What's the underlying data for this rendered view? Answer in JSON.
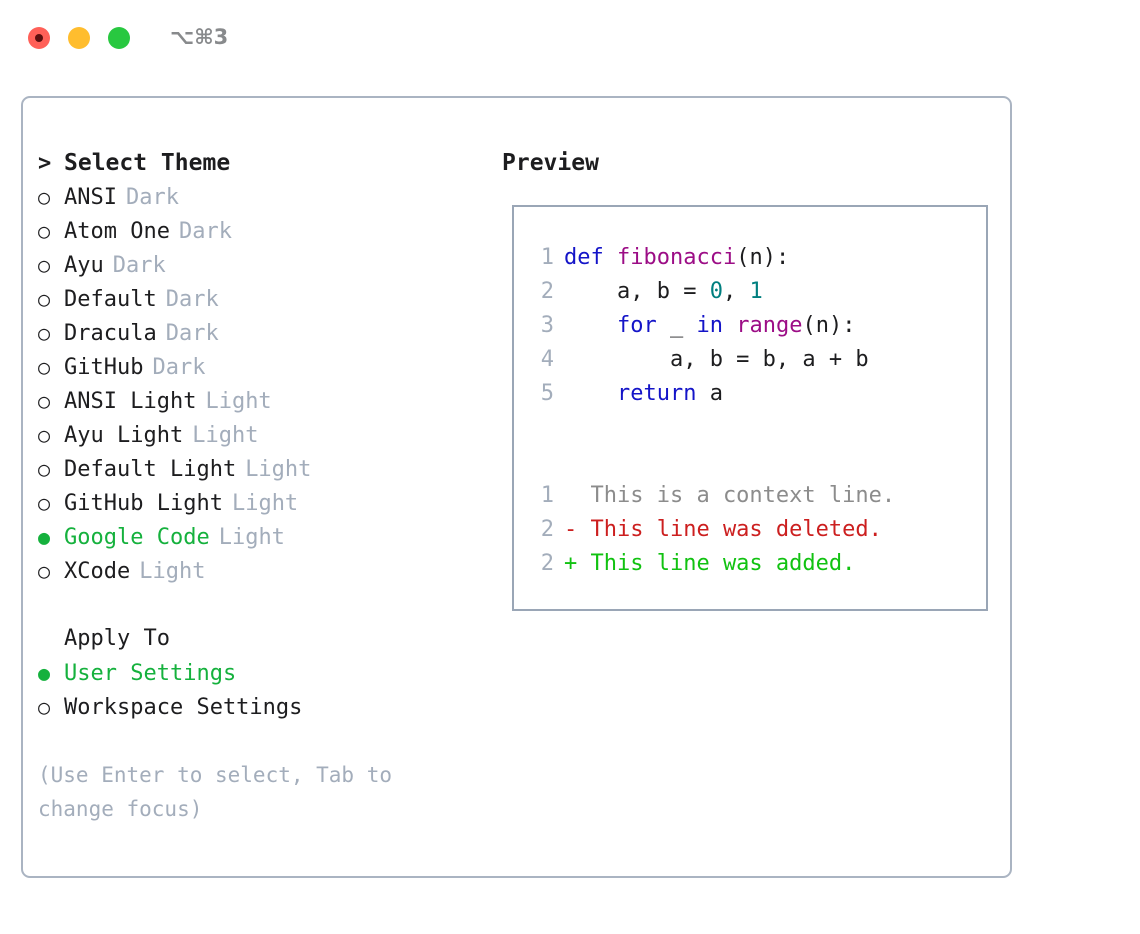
{
  "titlebar": {
    "shortcut": "⌥⌘3",
    "buttons": [
      {
        "name": "close",
        "color": "#ff6058"
      },
      {
        "name": "minimize",
        "color": "#ffbd2e"
      },
      {
        "name": "maximize",
        "color": "#28c840"
      }
    ]
  },
  "theme_picker": {
    "header_marker": ">",
    "header": "Select Theme",
    "items": [
      {
        "marker": "○",
        "label": "ANSI",
        "suffix": "Dark",
        "selected": false
      },
      {
        "marker": "○",
        "label": "Atom One",
        "suffix": "Dark",
        "selected": false
      },
      {
        "marker": "○",
        "label": "Ayu",
        "suffix": "Dark",
        "selected": false
      },
      {
        "marker": "○",
        "label": "Default",
        "suffix": "Dark",
        "selected": false
      },
      {
        "marker": "○",
        "label": "Dracula",
        "suffix": "Dark",
        "selected": false
      },
      {
        "marker": "○",
        "label": "GitHub",
        "suffix": "Dark",
        "selected": false
      },
      {
        "marker": "○",
        "label": "ANSI Light",
        "suffix": "Light",
        "selected": false
      },
      {
        "marker": "○",
        "label": "Ayu Light",
        "suffix": "Light",
        "selected": false
      },
      {
        "marker": "○",
        "label": "Default Light",
        "suffix": "Light",
        "selected": false
      },
      {
        "marker": "○",
        "label": "GitHub Light",
        "suffix": "Light",
        "selected": false
      },
      {
        "marker": "●",
        "label": "Google Code",
        "suffix": "Light",
        "selected": true
      },
      {
        "marker": "○",
        "label": "XCode",
        "suffix": "Light",
        "selected": false
      }
    ]
  },
  "apply_to": {
    "header": "Apply To",
    "items": [
      {
        "marker": "●",
        "label": "User Settings",
        "selected": true
      },
      {
        "marker": "○",
        "label": "Workspace Settings",
        "selected": false
      }
    ]
  },
  "hint": "(Use Enter to select, Tab to change focus)",
  "preview": {
    "title": "Preview",
    "code_lines": [
      {
        "num": "1",
        "tokens": [
          {
            "t": "def ",
            "c": "kw"
          },
          {
            "t": "fibonacci",
            "c": "fn"
          },
          {
            "t": "(n):",
            "c": "pl"
          }
        ]
      },
      {
        "num": "2",
        "tokens": [
          {
            "t": "    a, b = ",
            "c": "pl"
          },
          {
            "t": "0",
            "c": "num"
          },
          {
            "t": ", ",
            "c": "pl"
          },
          {
            "t": "1",
            "c": "num"
          }
        ]
      },
      {
        "num": "3",
        "tokens": [
          {
            "t": "    ",
            "c": "pl"
          },
          {
            "t": "for",
            "c": "kw"
          },
          {
            "t": " _ ",
            "c": "pl"
          },
          {
            "t": "in",
            "c": "kw"
          },
          {
            "t": " ",
            "c": "pl"
          },
          {
            "t": "range",
            "c": "fn"
          },
          {
            "t": "(n):",
            "c": "pl"
          }
        ]
      },
      {
        "num": "4",
        "tokens": [
          {
            "t": "        a, b = b, a + b",
            "c": "pl"
          }
        ]
      },
      {
        "num": "5",
        "tokens": [
          {
            "t": "    ",
            "c": "pl"
          },
          {
            "t": "return",
            "c": "kw"
          },
          {
            "t": " a",
            "c": "pl"
          }
        ]
      }
    ],
    "diff_lines": [
      {
        "num": "1",
        "text": "  This is a context line.",
        "kind": "ctx"
      },
      {
        "num": "2",
        "text": "- This line was deleted.",
        "kind": "del"
      },
      {
        "num": "2",
        "text": "+ This line was added.",
        "kind": "add"
      }
    ]
  },
  "colors": {
    "accent_green": "#15b13d",
    "muted": "#a3adbb",
    "keyword": "#1414c8",
    "function": "#9c0d86",
    "number": "#007f7f",
    "diff_added": "#11c211",
    "diff_deleted": "#cc1f1f",
    "panel_border": "#aab4c2"
  }
}
